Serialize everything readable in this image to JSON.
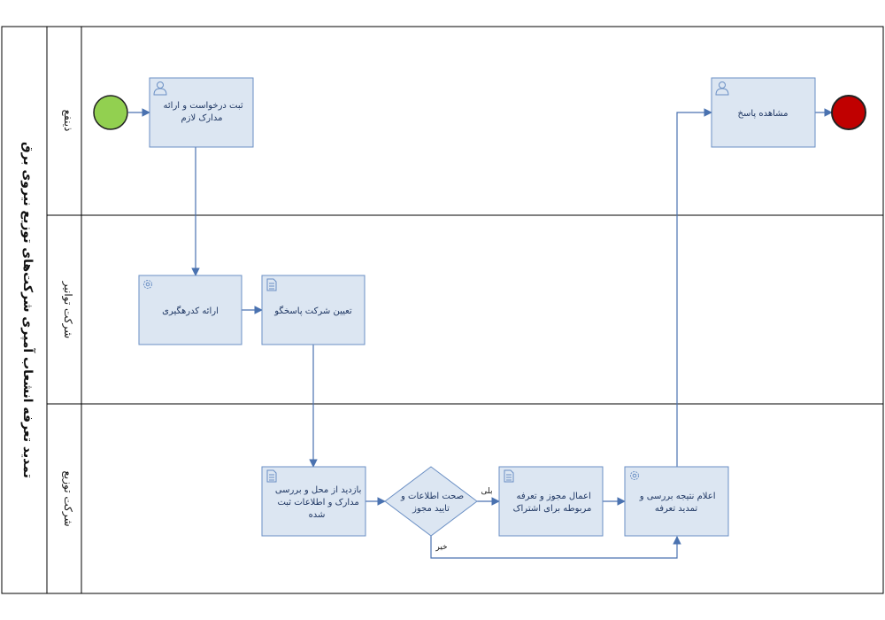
{
  "pool": {
    "title": "تمدید تعرفه انشعاب آمپری شرکت‌های توزیع نیروی برق"
  },
  "lanes": {
    "applicant": "ذینفع",
    "tavanir": "شرکت توانیر",
    "distribution": "شرکت توزیع"
  },
  "tasks": {
    "submit_request": [
      "ثبت درخواست و ارائه",
      "مدارک لازم"
    ],
    "view_response": [
      "مشاهده پاسخ"
    ],
    "issue_tracking": [
      "ارائه کدرهگیری"
    ],
    "assign_company": [
      "تعیین شرکت پاسخگو"
    ],
    "site_visit": [
      "بازدید از محل و بررسی",
      "مدارک و اطلاعات ثبت",
      "شده"
    ],
    "apply_permit": [
      "اعمال مجوز و تعرفه",
      "مربوطه برای اشتراک"
    ],
    "announce_result": [
      "اعلام نتیجه بررسی و",
      "تمدید تعرفه"
    ]
  },
  "gateway": {
    "label": [
      "صحت اطلاعات و",
      "تایید مجوز"
    ],
    "yes_label": "بلی",
    "no_label": "خیر"
  },
  "colors": {
    "task_fill": "#dce6f2",
    "task_stroke": "#6a8fc4",
    "flow": "#4a72b0",
    "start": "#92d050",
    "end": "#c00000"
  },
  "icons": {
    "submit_request": "user-icon",
    "view_response": "user-icon",
    "issue_tracking": "gear-icon",
    "assign_company": "document-icon",
    "site_visit": "document-icon",
    "apply_permit": "document-icon",
    "announce_result": "gear-icon"
  }
}
